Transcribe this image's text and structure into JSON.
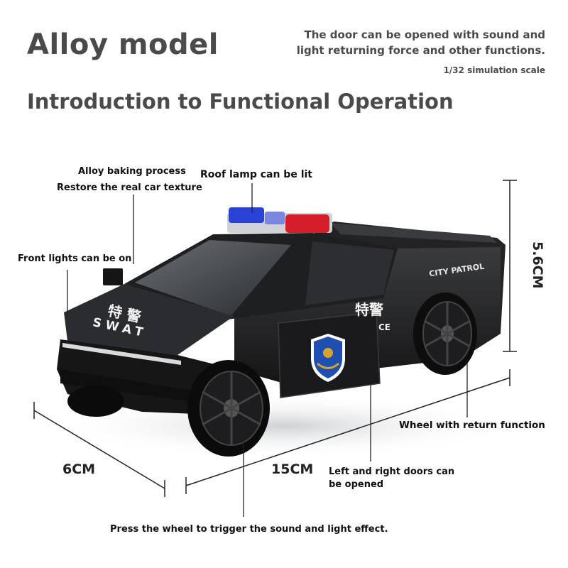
{
  "header": {
    "title": "Alloy model",
    "subtitle": "Introduction to Functional Operation",
    "description": "The door can be opened with sound and light returning force and other functions.",
    "scale": "1/32 simulation scale"
  },
  "callouts": {
    "alloy_process": "Alloy baking process",
    "real_texture": "Restore the real car texture",
    "roof_lamp": "Roof lamp can be lit",
    "front_lights": "Front lights can be on",
    "wheel_return": "Wheel with return function",
    "doors": "Left and right doors can be opened",
    "press_wheel": "Press the wheel to trigger the sound and light effect."
  },
  "dimensions": {
    "height": "5.6CM",
    "width": "6CM",
    "length": "15CM"
  },
  "car_markings": {
    "hood_text": "SWAT",
    "hood_chinese": "特 警",
    "side_text": "CITY PATROL",
    "door_chinese": "特警",
    "door_partial": "CE"
  },
  "colors": {
    "body": "#1c1c1e",
    "heading": "#4a4a4a",
    "lamp_blue": "#2a43d6",
    "lamp_red": "#d61e2a",
    "badge_blue": "#1f4fb0"
  }
}
